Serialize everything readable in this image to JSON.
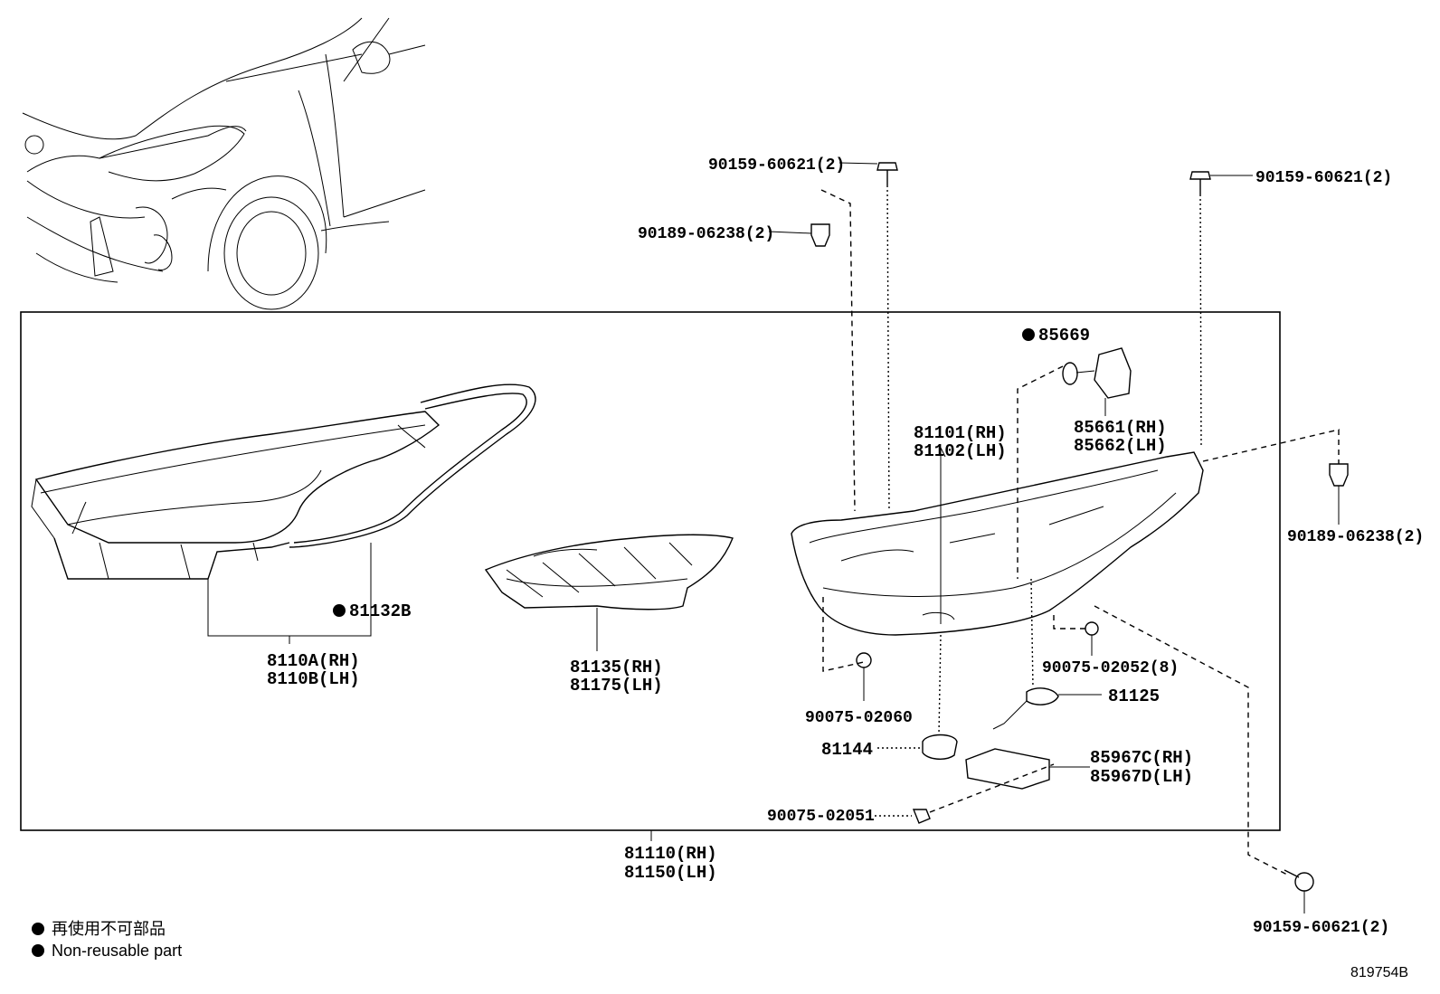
{
  "diagram": {
    "figure_id": "819754B",
    "parts": {
      "p_90159_top": "90159-60621(2)",
      "p_90159_right": "90159-60621(2)",
      "p_90159_bottom": "90159-60621(2)",
      "p_90189_top": "90189-06238(2)",
      "p_90189_right": "90189-06238(2)",
      "p_85669": "85669",
      "p_85661": "85661(RH)",
      "p_85662": "85662(LH)",
      "p_81101": "81101(RH)",
      "p_81102": "81102(LH)",
      "p_81132b": "81132B",
      "p_8110a": "8110A(RH)",
      "p_8110b": "8110B(LH)",
      "p_81135": "81135(RH)",
      "p_81175": "81175(LH)",
      "p_90075_02052": "90075-02052(8)",
      "p_90075_02060": "90075-02060",
      "p_81125": "81125",
      "p_81144": "81144",
      "p_85967c": "85967C(RH)",
      "p_85967d": "85967D(LH)",
      "p_90075_02051": "90075-02051",
      "p_81110": "81110(RH)",
      "p_81150": "81150(LH)"
    },
    "legend": {
      "jp": "再使用不可部品",
      "en": "Non-reusable part"
    }
  }
}
